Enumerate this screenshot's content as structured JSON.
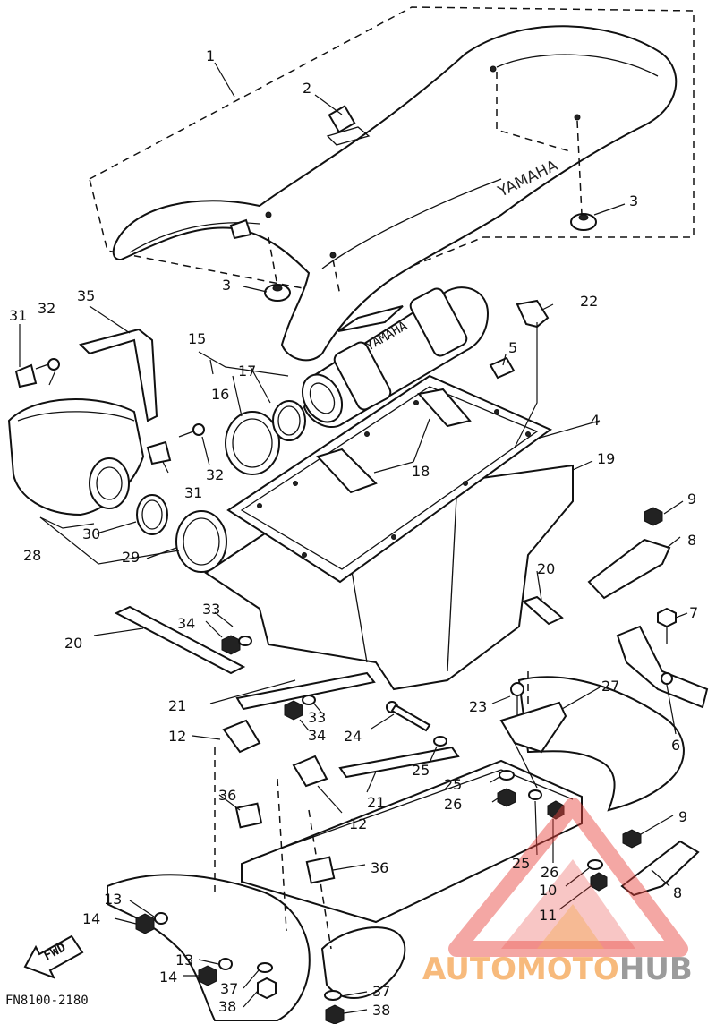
{
  "figure_code": "FN8100-2180",
  "seat_brand": "YAMAHA",
  "intake_brand": "YAMAHA",
  "fwd_label": "FWD",
  "watermark": {
    "text_auto": "AUTOMOTO",
    "text_hub": "HUB",
    "color_primary": "#e8433c",
    "color_secondary": "#f4a04a",
    "color_hub": "#8a8a8a"
  },
  "callouts": {
    "c1": "1",
    "c2": "2",
    "c3a": "3",
    "c3b": "3",
    "c4": "4",
    "c5": "5",
    "c6": "6",
    "c7": "7",
    "c8a": "8",
    "c8b": "8",
    "c9a": "9",
    "c9b": "9",
    "c10": "10",
    "c11": "11",
    "c12a": "12",
    "c12b": "12",
    "c13a": "13",
    "c13b": "13",
    "c14a": "14",
    "c14b": "14",
    "c15": "15",
    "c16": "16",
    "c17": "17",
    "c18": "18",
    "c19": "19",
    "c20a": "20",
    "c20b": "20",
    "c21a": "21",
    "c21b": "21",
    "c22": "22",
    "c23": "23",
    "c24": "24",
    "c25a": "25",
    "c25b": "25",
    "c25c": "25",
    "c26a": "26",
    "c26b": "26",
    "c27": "27",
    "c28": "28",
    "c29": "29",
    "c30": "30",
    "c31a": "31",
    "c31b": "31",
    "c32a": "32",
    "c32b": "32",
    "c33a": "33",
    "c33b": "33",
    "c34a": "34",
    "c34b": "34",
    "c35": "35",
    "c36a": "36",
    "c36b": "36",
    "c37a": "37",
    "c37b": "37",
    "c38a": "38",
    "c38b": "38"
  }
}
